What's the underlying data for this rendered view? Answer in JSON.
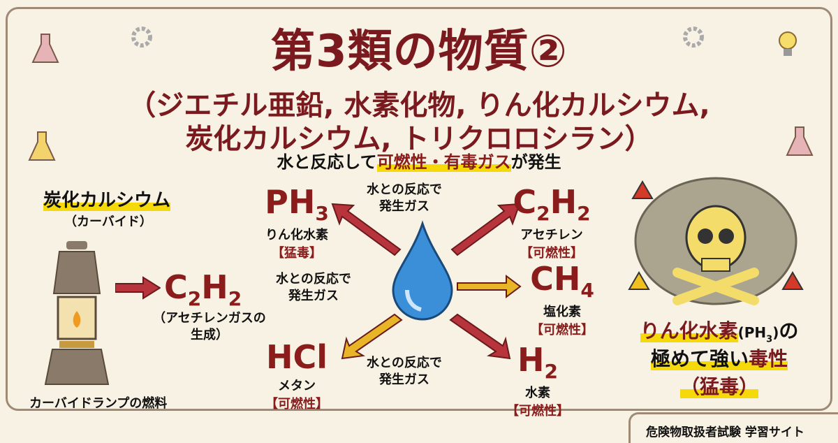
{
  "title": "第3類の物質②",
  "subtitle_line1": "（ジエチル亜鉛, 水素化物, りん化カルシウム,",
  "subtitle_line2": "炭化カルシウム, トリクロロシラン）",
  "lead": {
    "prefix": "水と反応して",
    "highlight": "可燃性・有毒ガス",
    "suffix": "が発生"
  },
  "left": {
    "heading": "炭化カルシウム",
    "alias": "（カーバイド）",
    "product": {
      "base": "C",
      "s1": "2",
      "mid": "H",
      "s2": "2"
    },
    "product_note1": "（アセチレンガスの",
    "product_note2": "生成）",
    "lamp_caption": "カーバイドランプの燃料"
  },
  "center": {
    "reaction_label_1": "水との反応で",
    "reaction_label_2": "発生ガス",
    "gases": [
      {
        "formula": "PH",
        "sub": "3",
        "name": "りん化水素",
        "tag": "【猛毒】"
      },
      {
        "formula": "C",
        "sub": "2",
        "formula2": "H",
        "sub2": "2",
        "name": "アセチレン",
        "tag": "【可燃性】"
      },
      {
        "formula": "CH",
        "sub": "4",
        "name": "塩化素",
        "tag": "【可燃性】"
      },
      {
        "formula": "HCl",
        "name": "メタン",
        "tag": "【可燃性】"
      },
      {
        "formula": "H",
        "sub": "2",
        "name": "水素",
        "tag": "【可燃性】"
      }
    ]
  },
  "right": {
    "line1_hl": "りん化水素",
    "line1_formula": "(PH",
    "line1_sub": "3",
    "line1_close": ")",
    "line1_suffix": "の",
    "line2_prefix": "極めて強い",
    "line2_hl": "毒性",
    "line3": "（猛毒）"
  },
  "footer": "危険物取扱者試験 学習サイト",
  "colors": {
    "dark_red": "#7a1a1f",
    "highlight": "#f5d90a",
    "arrow_red": "#b8343c",
    "arrow_yellow": "#e8b526",
    "water": "#3a8fd8"
  }
}
